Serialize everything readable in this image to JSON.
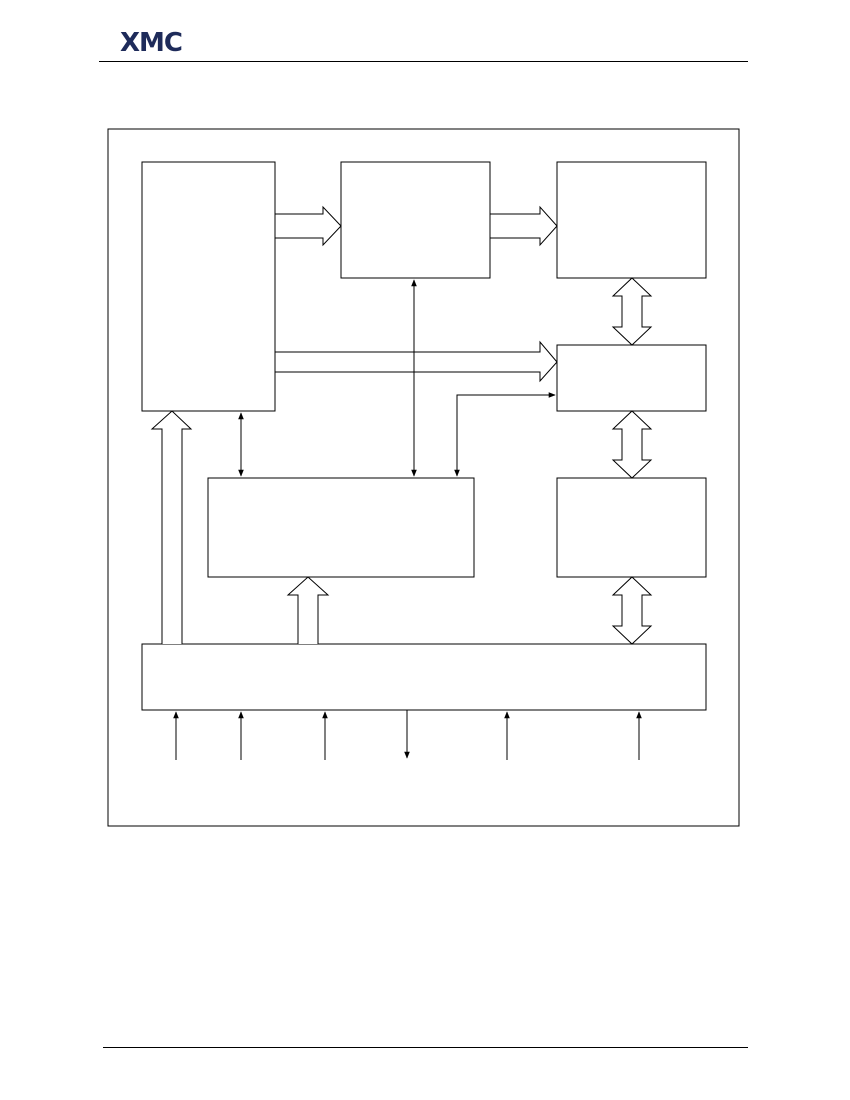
{
  "header": {
    "logo_text": "XMC",
    "brand_colors": {
      "text": "#1e2b5a",
      "accent": "#3aa35b"
    }
  },
  "diagram": {
    "blocks": [
      {
        "id": "left-tall-block",
        "label": ""
      },
      {
        "id": "top-middle-block",
        "label": ""
      },
      {
        "id": "top-right-block",
        "label": ""
      },
      {
        "id": "mid-right-block",
        "label": ""
      },
      {
        "id": "center-wide-block",
        "label": ""
      },
      {
        "id": "lower-right-block",
        "label": ""
      },
      {
        "id": "bottom-bus-block",
        "label": ""
      }
    ],
    "io_pins": {
      "inputs": 5,
      "outputs": 1
    }
  }
}
